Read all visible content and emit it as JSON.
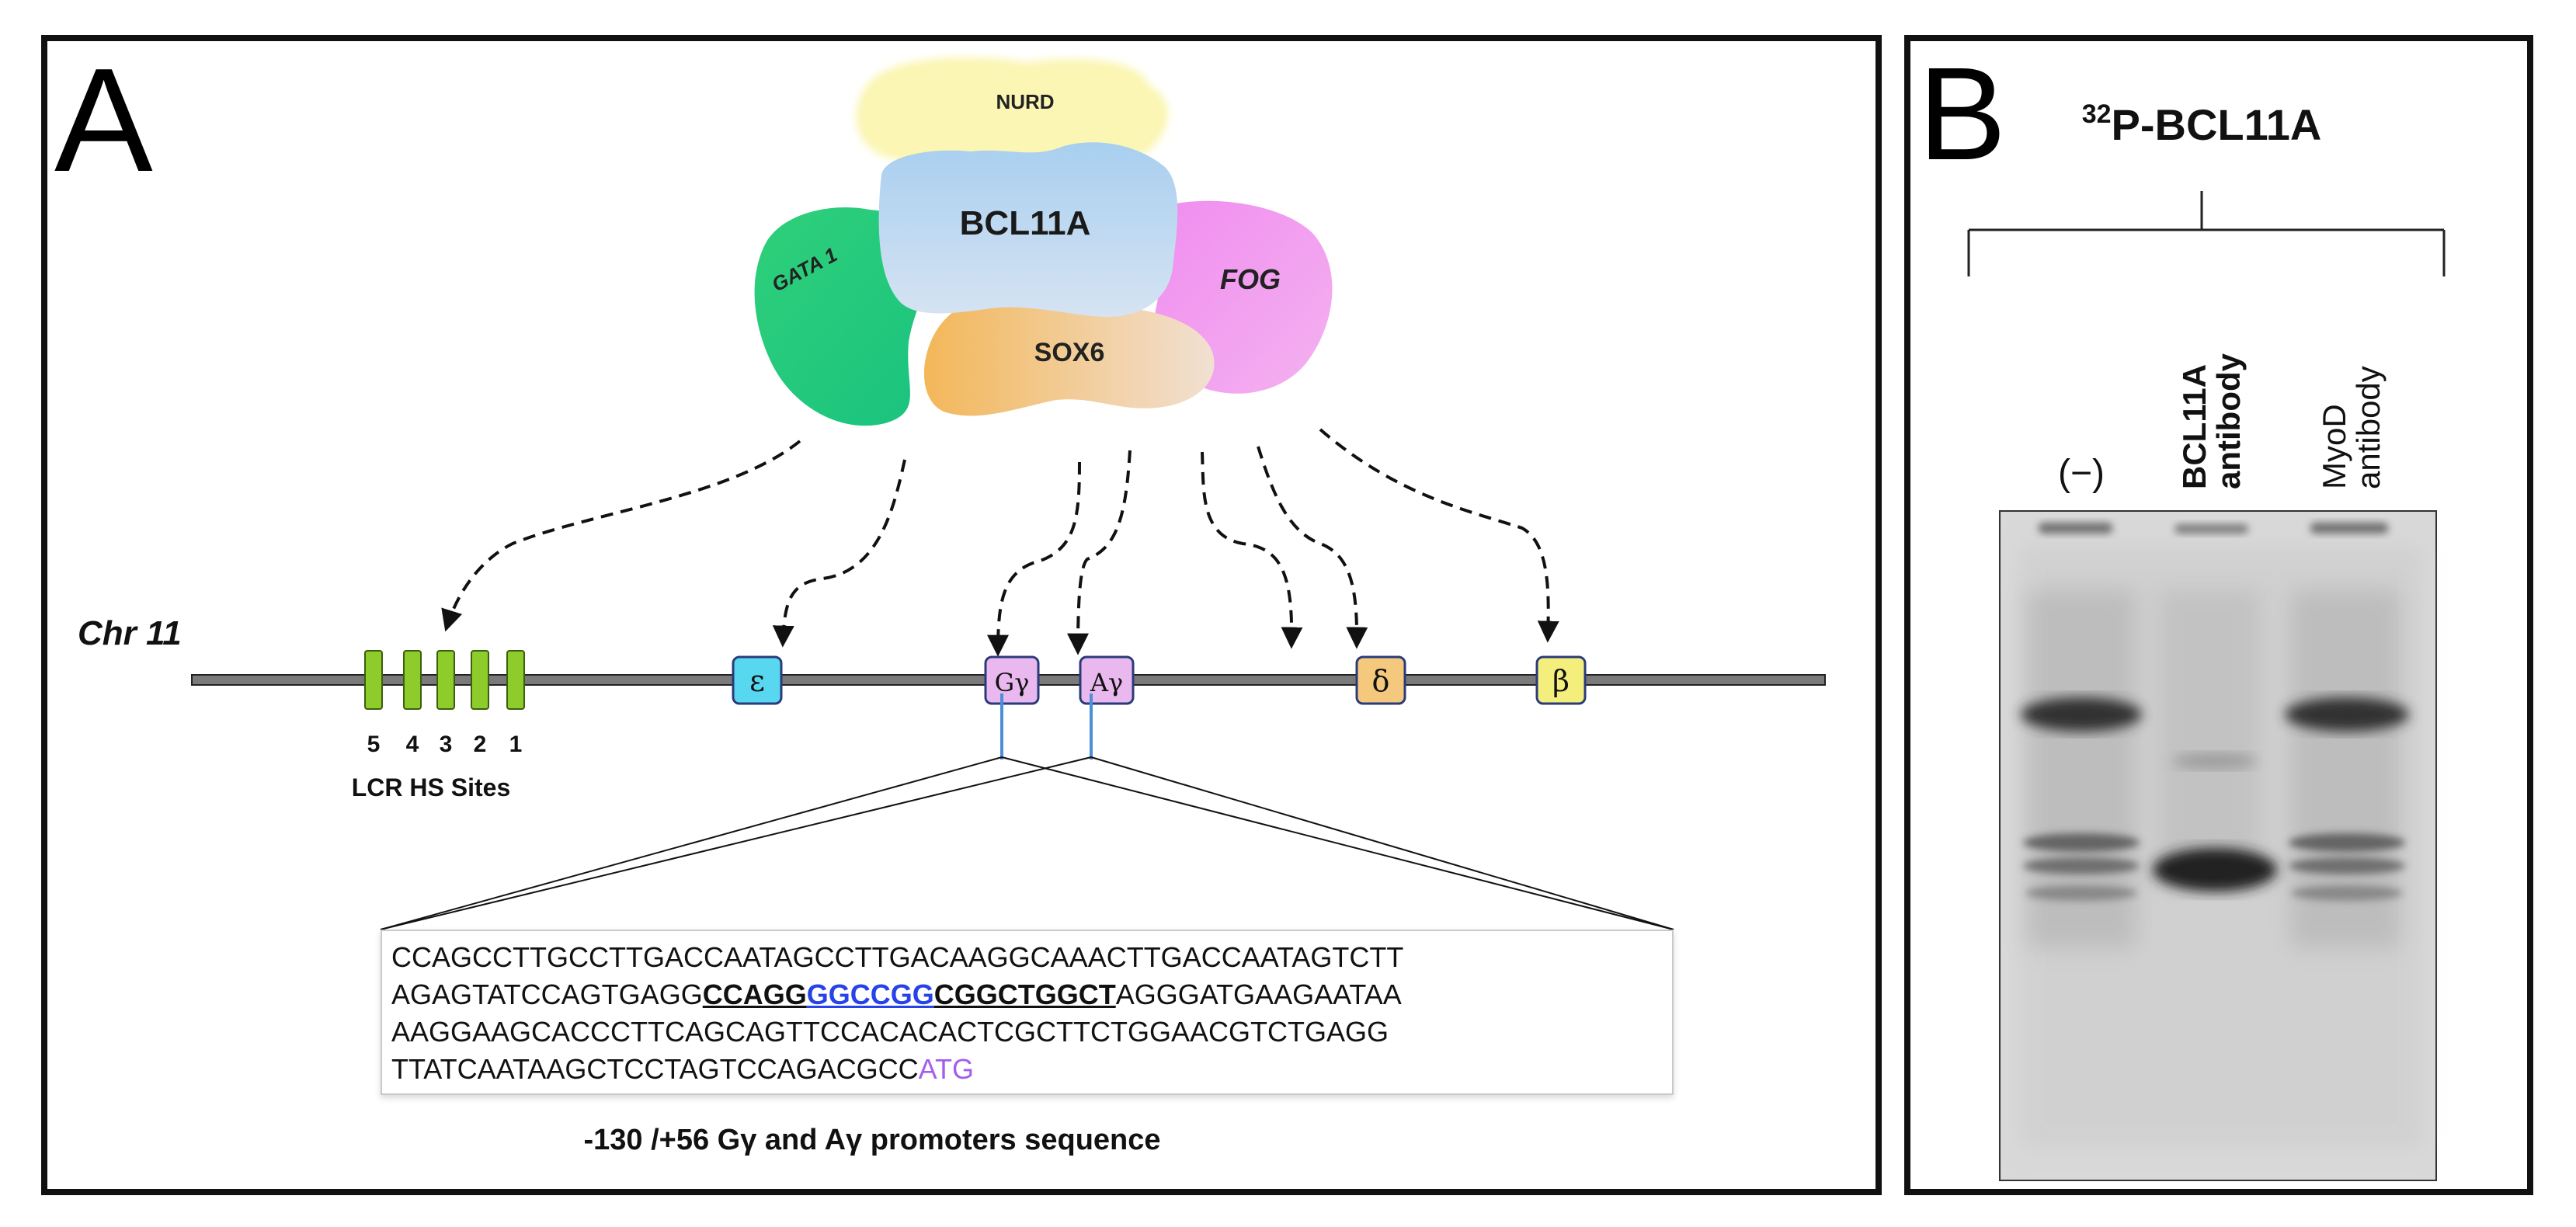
{
  "panel_a": {
    "letter": "A",
    "complex": {
      "nurd": "NURD",
      "bcl11a": "BCL11A",
      "gata1": "GATA 1",
      "fog": "FOG",
      "sox6": "SOX6"
    },
    "chromosome_label": "Chr 11",
    "hs_numbers": [
      "5",
      "4",
      "3",
      "2",
      "1"
    ],
    "hs_caption": "LCR HS Sites",
    "genes": [
      {
        "label": "ε",
        "color": "#58d7f0"
      },
      {
        "label": "Gγ",
        "color": "#e9b8ee"
      },
      {
        "label": "Aγ",
        "color": "#e9b8ee"
      },
      {
        "label": "δ",
        "color": "#f5c97d"
      },
      {
        "label": "β",
        "color": "#f4ef7d"
      }
    ],
    "sequence": {
      "line1": "CCAGCCTTGCCTTGACCAATAGCCTTGACAAGGCAAACTTGACCAATAGTCTT",
      "line2_a": "AGAGTATCCAGTGAGG",
      "line2_b": "CCAGG",
      "line2_c": "GGCCGG",
      "line2_d": "CGGCTGGCT",
      "line2_e": "AGGGATGAAGAATAA",
      "line3": "AAGGAAGCACCCTTCAGCAGTTCCACACACTCGCTTCTGGAACGTCTGAGG",
      "line4_a": "TTATCAATAAGCTCCTAGTCCAGACGCC",
      "line4_b": "ATG"
    },
    "caption": "-130 /+56  Gγ and Aγ promoters sequence"
  },
  "panel_b": {
    "letter": "B",
    "title_sup": "32",
    "title": "P-BCL11A",
    "lanes": [
      {
        "line1": "(−)",
        "line2": ""
      },
      {
        "line1": "BCL11A",
        "line2": "antibody"
      },
      {
        "line1": "MyoD",
        "line2": "antibody"
      }
    ]
  }
}
